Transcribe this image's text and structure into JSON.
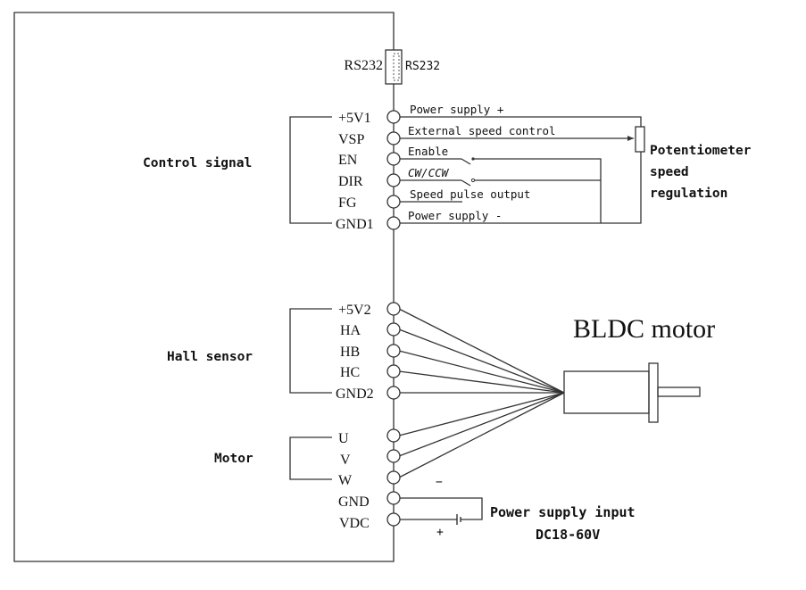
{
  "diagram": {
    "title": "BLDC motor",
    "controller_port": {
      "left_label": "RS232",
      "right_label": "RS232"
    },
    "groups": [
      {
        "id": "control",
        "label": "Control signal"
      },
      {
        "id": "hall",
        "label": "Hall sensor"
      },
      {
        "id": "motor",
        "label": "Motor"
      }
    ],
    "control_pins": [
      {
        "name": "+5V1",
        "wire_label": "Power supply +"
      },
      {
        "name": "VSP",
        "wire_label": "External speed control"
      },
      {
        "name": "EN",
        "wire_label": "Enable"
      },
      {
        "name": "DIR",
        "wire_label": "CW/CCW"
      },
      {
        "name": "FG",
        "wire_label": "Speed pulse output"
      },
      {
        "name": "GND1",
        "wire_label": "Power supply -"
      }
    ],
    "hall_pins": [
      {
        "name": "+5V2"
      },
      {
        "name": "HA"
      },
      {
        "name": "HB"
      },
      {
        "name": "HC"
      },
      {
        "name": "GND2"
      }
    ],
    "motor_pins": [
      {
        "name": "U"
      },
      {
        "name": "V"
      },
      {
        "name": "W"
      }
    ],
    "power_pins": [
      {
        "name": "GND"
      },
      {
        "name": "VDC"
      }
    ],
    "potentiometer": {
      "label_lines": [
        "Potentiometer",
        "speed",
        "regulation"
      ]
    },
    "power_supply": {
      "label": "Power supply input",
      "range": "DC18-60V",
      "minus_sign": "−",
      "plus_sign": "+"
    }
  }
}
